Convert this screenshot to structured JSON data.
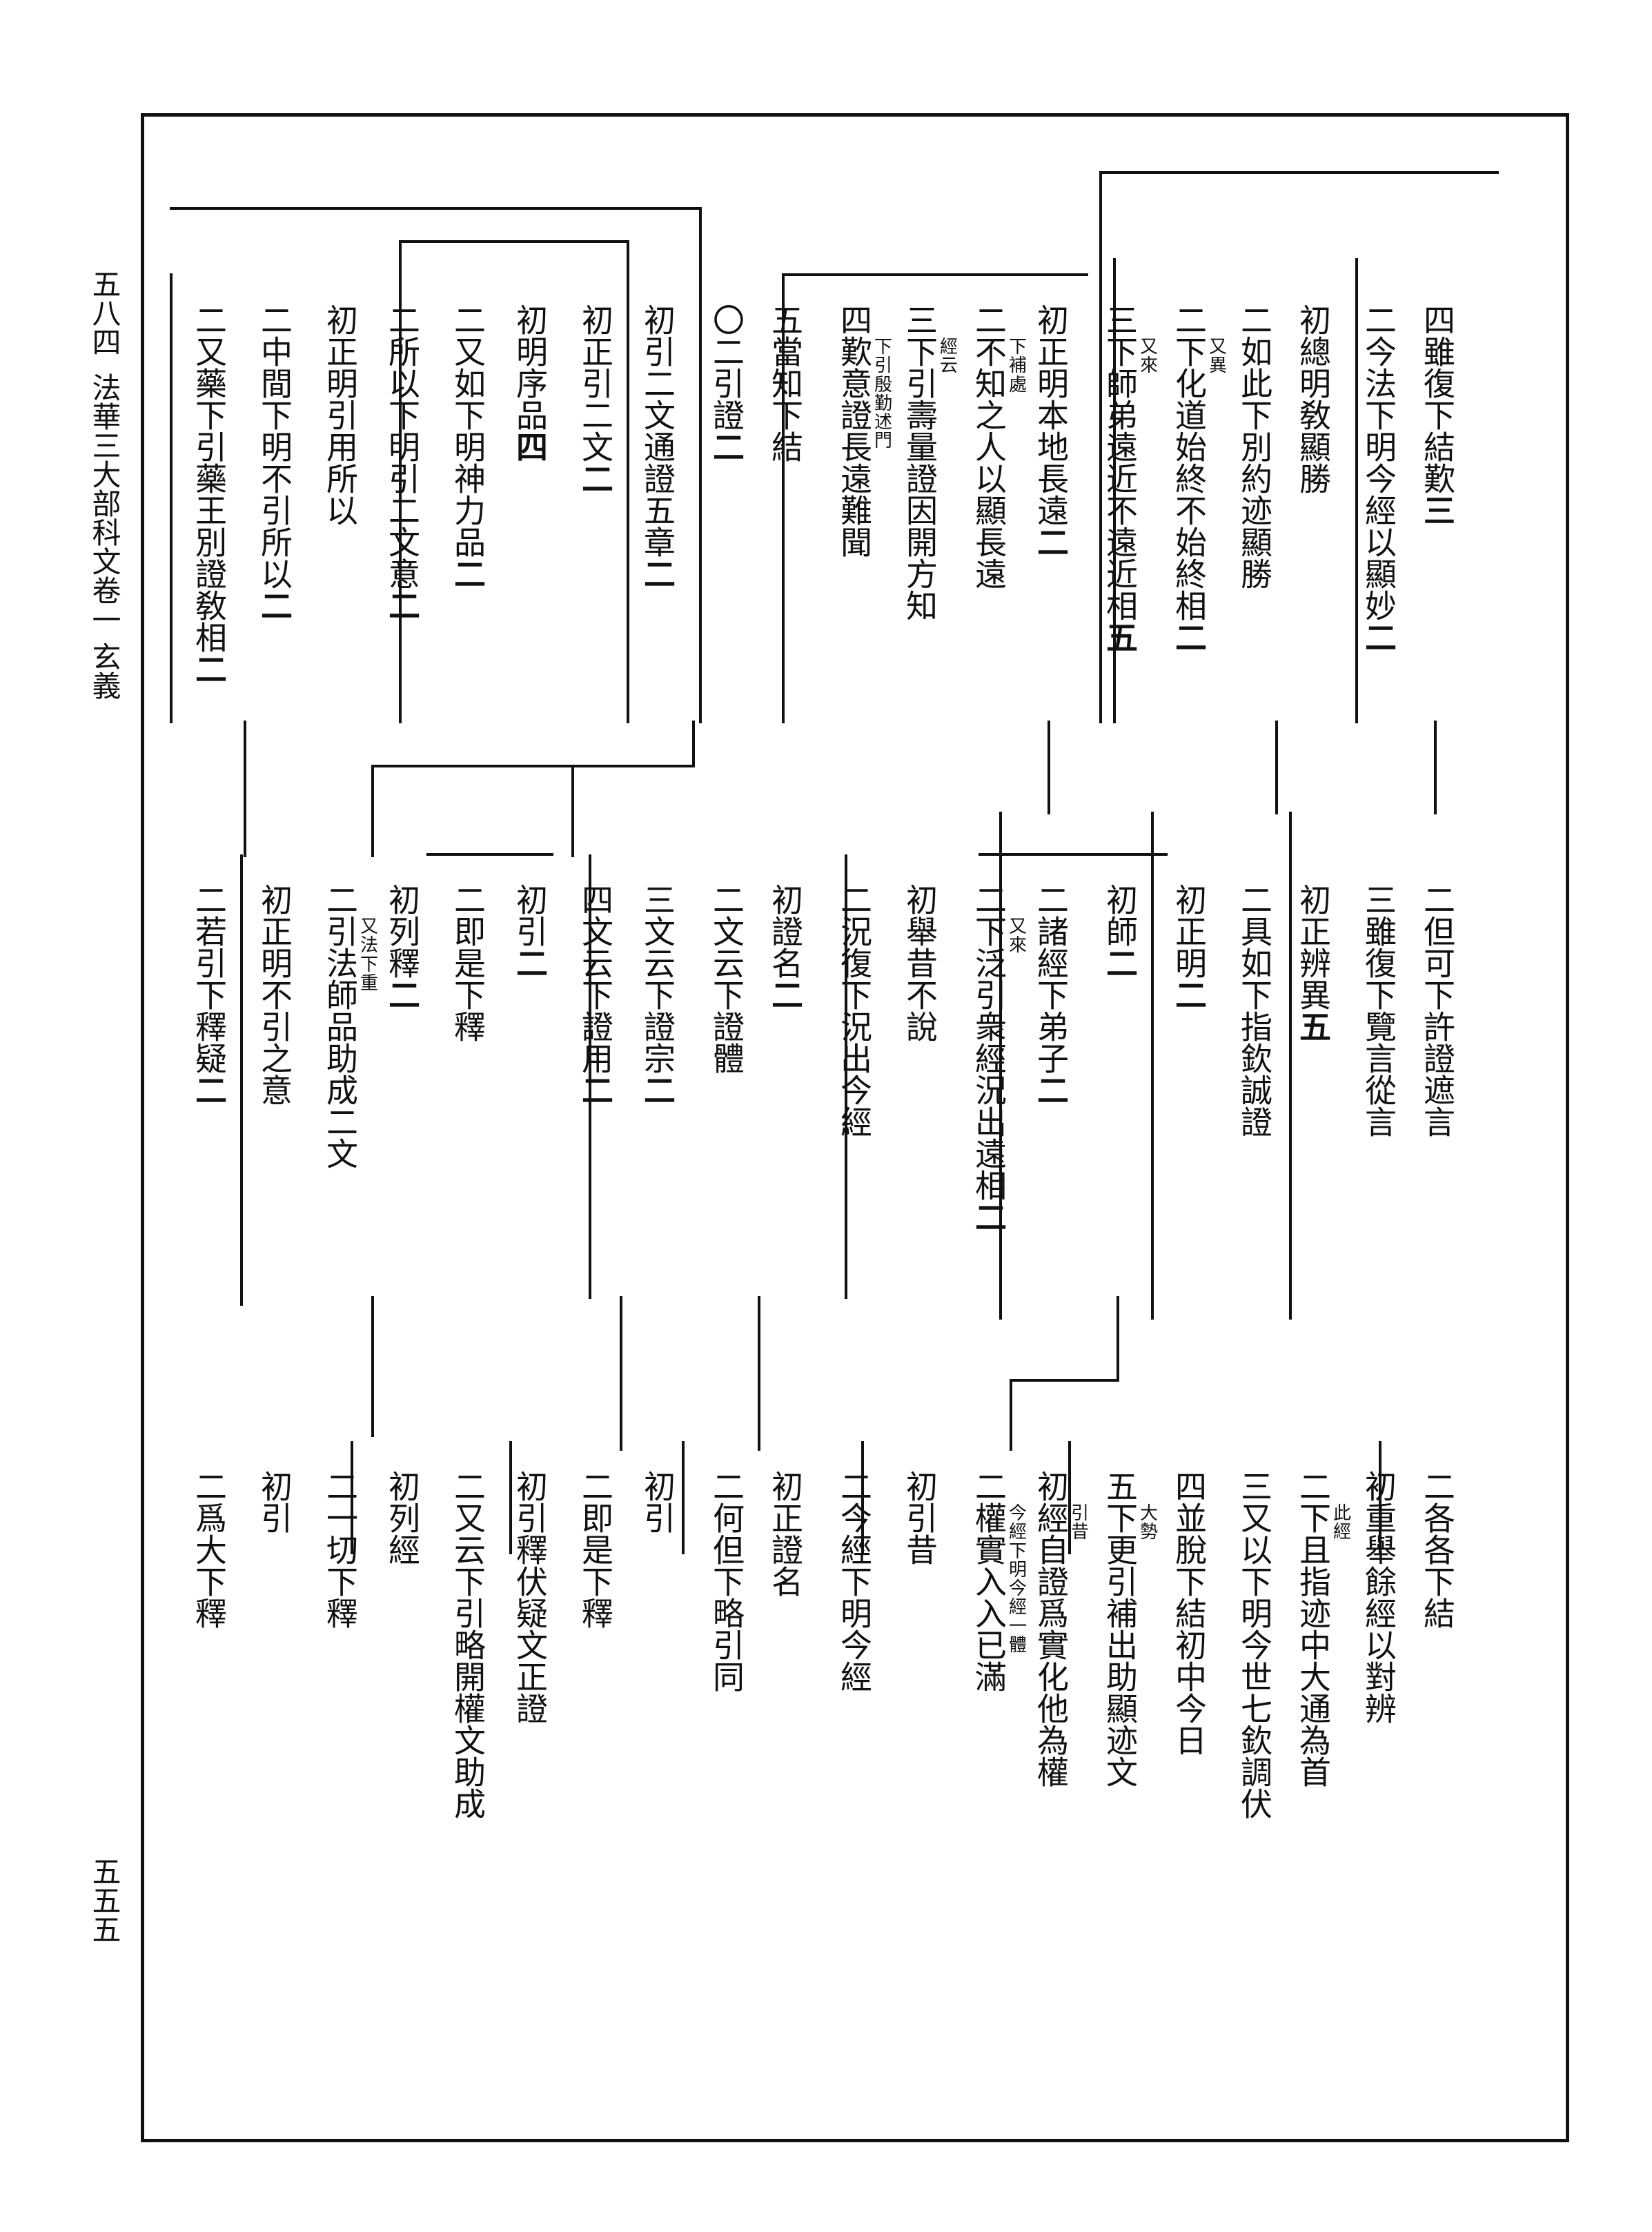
{
  "header": {
    "volume_no": "五八四",
    "title": "法華三大部科文卷一",
    "section": "玄義"
  },
  "page_no": "五五五",
  "rows": [
    {
      "entries": [
        {
          "t": "四雖復下結歎",
          "n": "三"
        },
        {
          "t": "二今法下明今經以顯妙",
          "n": "二"
        },
        {
          "t": "初總明敎顯勝",
          "n": ""
        },
        {
          "t": "二如此下別約迹顯勝",
          "n": ""
        },
        {
          "t": "二下化道始終不始終相",
          "n": "二",
          "s": "又異"
        },
        {
          "t": "三下師弟遠近不遠近相",
          "n": "五",
          "s": "又來"
        },
        {
          "t": "初正明本地長遠",
          "n": "二"
        },
        {
          "t": "二不知之人以顯長遠",
          "n": "",
          "s": "下補處"
        },
        {
          "t": "三下引壽量證因開方知",
          "n": "",
          "s": "經云"
        },
        {
          "t": "四歎意證長遠難聞",
          "n": "",
          "s": "下引殷勤述門"
        },
        {
          "t": "五當知下結",
          "n": ""
        },
        {
          "t": "〇二引證",
          "n": "二"
        },
        {
          "t": "初引二文通證五章",
          "n": "二"
        },
        {
          "t": "初正引二文",
          "n": "二"
        },
        {
          "t": "初明序品",
          "n": "四"
        },
        {
          "t": "二又如下明神力品",
          "n": "二"
        },
        {
          "t": "二所以下明引二文意",
          "n": "二"
        },
        {
          "t": "初正明引用所以",
          "n": ""
        },
        {
          "t": "二中間下明不引所以",
          "n": "二"
        },
        {
          "t": "二又藥下引藥王別證敎相",
          "n": "二"
        }
      ]
    },
    {
      "entries": [
        {
          "t": "二但可下許證遮言",
          "n": ""
        },
        {
          "t": "三雖復下覽言從言",
          "n": ""
        },
        {
          "t": "初正辨異",
          "n": "五"
        },
        {
          "t": "二具如下指欽誠證",
          "n": ""
        },
        {
          "t": "初正明",
          "n": "二"
        },
        {
          "t": "初師",
          "n": "二"
        },
        {
          "t": "二諸經下弟子",
          "n": "二"
        },
        {
          "t": "二下泛引衆經況出遠相",
          "n": "二",
          "s": "又來"
        },
        {
          "t": "初舉昔不說",
          "n": ""
        },
        {
          "t": "二況復下況出今經",
          "n": ""
        },
        {
          "t": "初證名",
          "n": "二"
        },
        {
          "t": "二文云下證體",
          "n": ""
        },
        {
          "t": "三文云下證宗",
          "n": "二"
        },
        {
          "t": "四文云下證用",
          "n": "二"
        },
        {
          "t": "初引",
          "n": "二"
        },
        {
          "t": "二即是下釋",
          "n": ""
        },
        {
          "t": "初列釋",
          "n": "二"
        },
        {
          "t": "二引法師品助成二文",
          "n": "",
          "s": "又法下重"
        },
        {
          "t": "初正明不引之意",
          "n": ""
        },
        {
          "t": "二若引下釋疑",
          "n": "二"
        }
      ]
    },
    {
      "entries": [
        {
          "t": "二各各下結",
          "n": ""
        },
        {
          "t": "初重舉餘經以對辨",
          "n": ""
        },
        {
          "t": "二下且指迹中大通為首",
          "n": "",
          "s": "此經"
        },
        {
          "t": "三又以下明今世七欽調伏",
          "n": ""
        },
        {
          "t": "四並脫下結初中今日",
          "n": ""
        },
        {
          "t": "五下更引補出助顯迹文",
          "n": "",
          "s": "大勢"
        },
        {
          "t": "初經自證爲實化他為權",
          "n": "",
          "s": "引昔"
        },
        {
          "t": "二權實入入已滿",
          "n": "",
          "s": "今經下明今經一體"
        },
        {
          "t": "初引昔",
          "n": ""
        },
        {
          "t": "二今經下明今經",
          "n": ""
        },
        {
          "t": "初正證名",
          "n": ""
        },
        {
          "t": "二何但下略引同",
          "n": ""
        },
        {
          "t": "初引",
          "n": ""
        },
        {
          "t": "二即是下釋",
          "n": ""
        },
        {
          "t": "初引釋伏疑文正證",
          "n": ""
        },
        {
          "t": "二又云下引略開權文助成",
          "n": ""
        },
        {
          "t": "初列經",
          "n": ""
        },
        {
          "t": "二一切下釋",
          "n": ""
        },
        {
          "t": "初引",
          "n": ""
        },
        {
          "t": "二爲大下釋",
          "n": ""
        }
      ]
    }
  ]
}
